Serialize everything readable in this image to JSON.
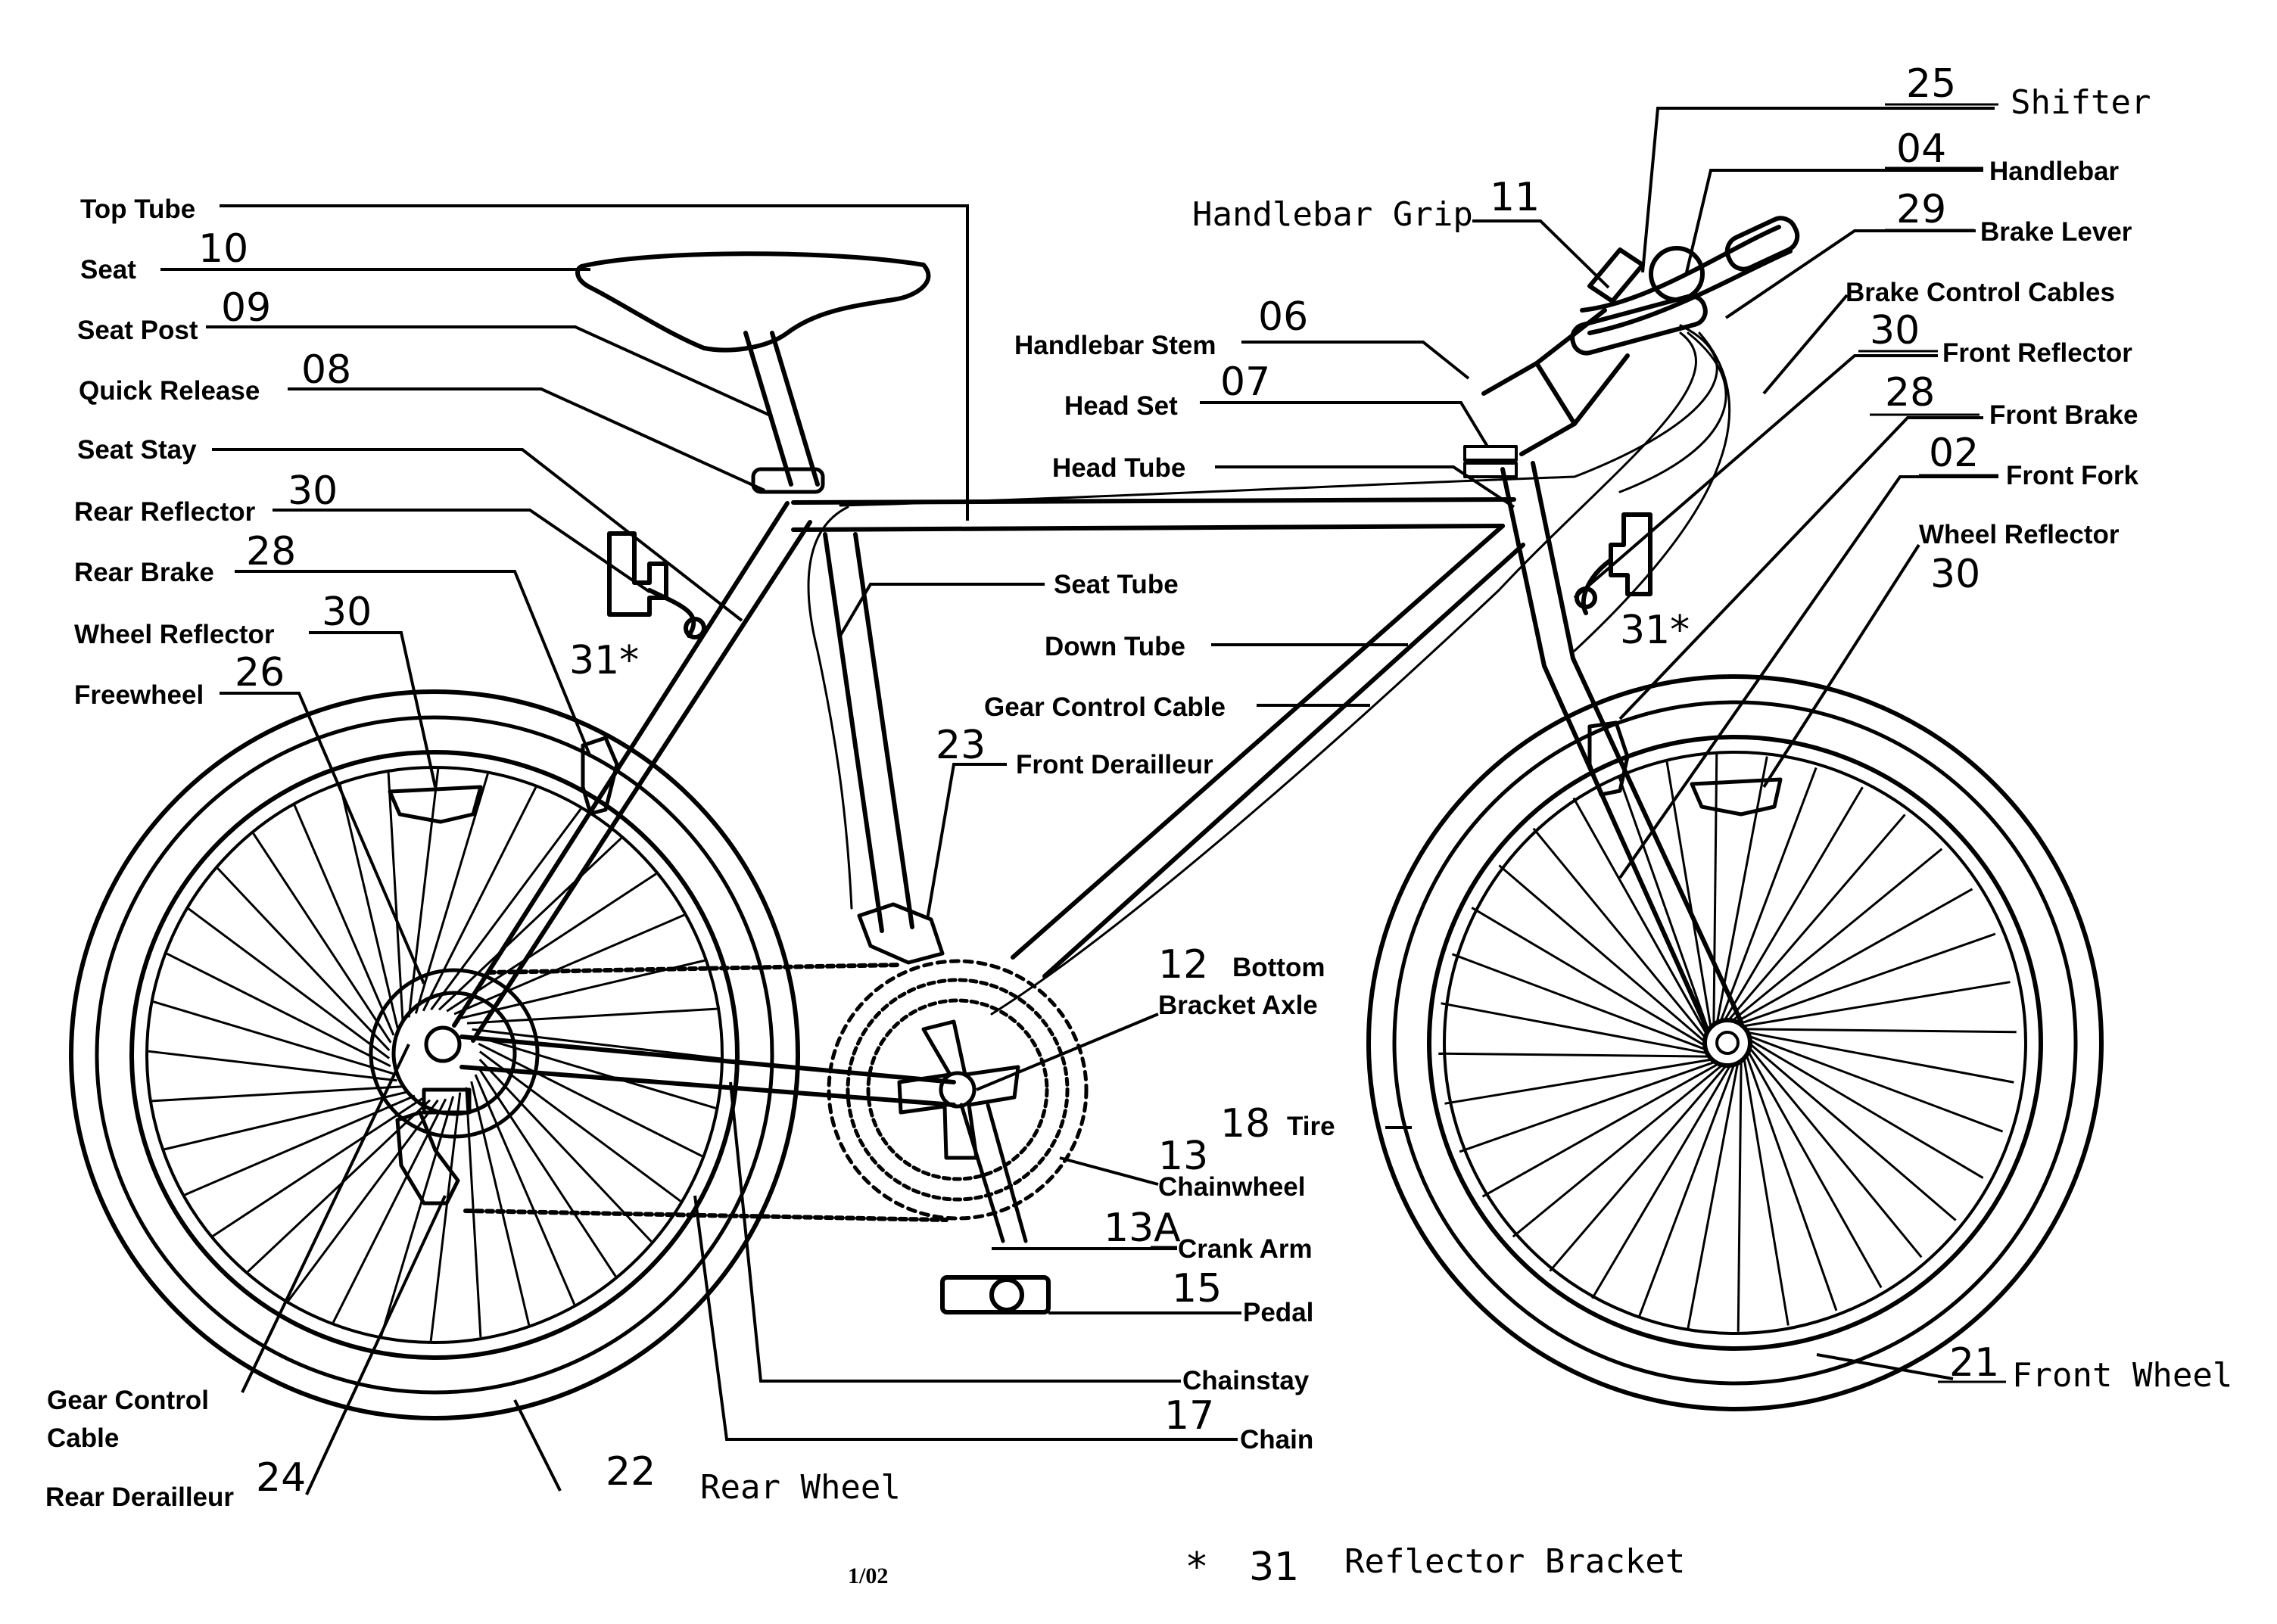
{
  "labels": {
    "top_tube": "Top Tube",
    "seat": "Seat",
    "seat_post": "Seat Post",
    "quick_release": "Quick Release",
    "seat_stay": "Seat Stay",
    "rear_reflector": "Rear Reflector",
    "rear_brake": "Rear Brake",
    "wheel_reflector_rear": "Wheel Reflector",
    "freewheel": "Freewheel",
    "gear_control_cable_left_1": "Gear Control",
    "gear_control_cable_left_2": "Cable",
    "rear_derailleur": "Rear Derailleur",
    "rear_wheel": "Rear Wheel",
    "shifter": "Shifter",
    "handlebar": "Handlebar",
    "handlebar_grip": "Handlebar Grip",
    "brake_lever": "Brake Lever",
    "brake_control_cables": "Brake Control Cables",
    "front_reflector": "Front Reflector",
    "handlebar_stem": "Handlebar Stem",
    "head_set": "Head Set",
    "front_brake": "Front Brake",
    "head_tube": "Head Tube",
    "front_fork": "Front Fork",
    "wheel_reflector_front": "Wheel Reflector",
    "seat_tube": "Seat Tube",
    "down_tube": "Down Tube",
    "gear_control_cable": "Gear Control Cable",
    "front_derailleur": "Front Derailleur",
    "bottom_1": "Bottom",
    "bottom_2": "Bracket Axle",
    "tire": "Tire",
    "chainwheel": "Chainwheel",
    "crank_arm": "Crank Arm",
    "pedal": "Pedal",
    "chainstay": "Chainstay",
    "chain": "Chain",
    "front_wheel": "Front Wheel",
    "reflector_bracket": "Reflector Bracket"
  },
  "numbers": {
    "seat": "10",
    "seat_post": "09",
    "quick_release": "08",
    "rear_reflector": "30",
    "rear_brake": "28",
    "wheel_reflector_rear": "30",
    "freewheel": "26",
    "rear_bracket": "31*",
    "rear_derailleur": "24",
    "rear_wheel": "22",
    "shifter": "25",
    "handlebar": "04",
    "handlebar_grip": "11",
    "brake_lever": "29",
    "front_reflector": "30",
    "handlebar_stem": "06",
    "head_set": "07",
    "front_brake": "28",
    "front_fork": "02",
    "wheel_reflector_front": "30",
    "front_bracket": "31*",
    "front_derailleur": "23",
    "bottom_bracket": "12",
    "tire": "18",
    "chainwheel": "13",
    "crank_arm": "13A",
    "pedal": "15",
    "chain": "17",
    "front_wheel": "21",
    "reflector_bracket": "31"
  },
  "legend_symbol": "*",
  "footer": {
    "date": "1/02"
  }
}
